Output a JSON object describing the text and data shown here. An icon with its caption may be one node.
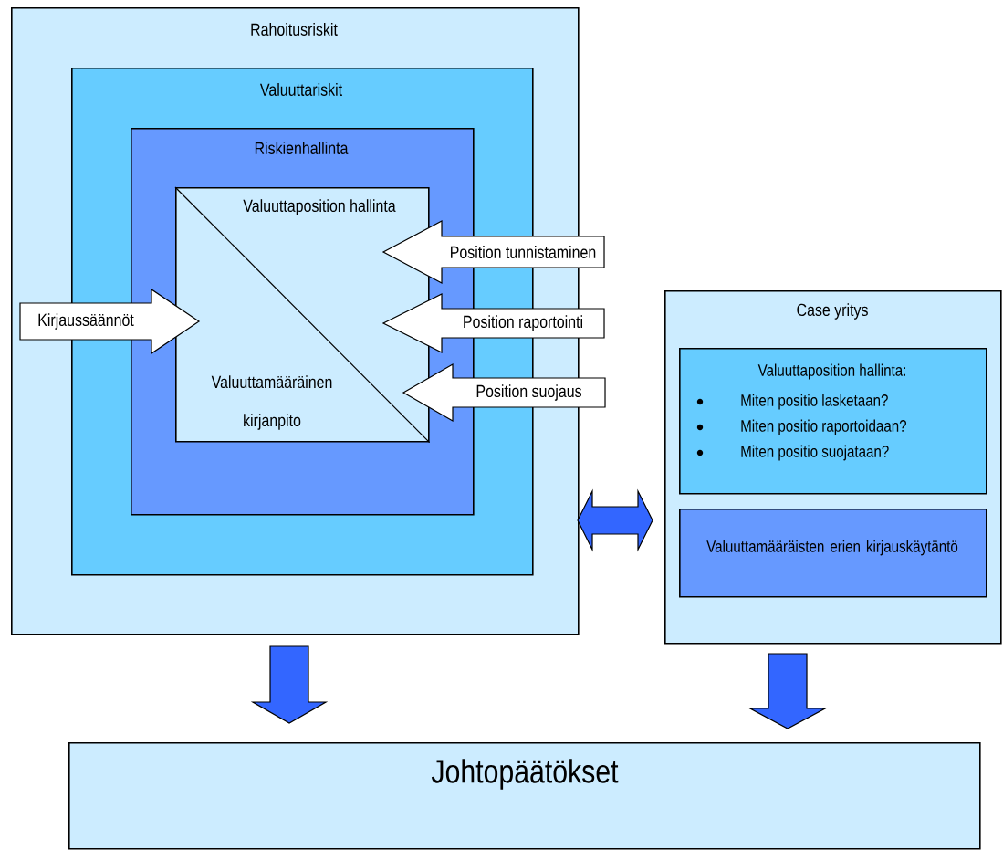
{
  "diagram": {
    "nodes": [
      {
        "text": [
          "Rahoitusriskit"
        ]
      },
      {
        "text": [
          "Valuuttariskit"
        ],
        "in": 0
      },
      {
        "text": [
          "Riskienhallinta"
        ],
        "in": 1
      },
      {
        "text": [
          "Valuuttaposition hallinta",
          "Valuuttamääräinen kirjanpito"
        ],
        "in": 2
      },
      {
        "text": [
          "Case yritys"
        ]
      },
      {
        "text": [
          "Valuuttaposition hallinta:",
          "Miten positio lasketaan?",
          "Miten positio raportoidaan?",
          "Miten positio suojataan?"
        ],
        "in": 4
      },
      {
        "text": [
          "Valuuttamääräisten erien kirjauskäytäntö"
        ],
        "in": 4
      },
      {
        "text": [
          "Johtopäätökset"
        ]
      }
    ],
    "edges": [
      {
        "from": null,
        "to": 3,
        "arrow": "to",
        "label": "Kirjaussäännöt"
      },
      {
        "from": null,
        "to": 3,
        "arrow": "to",
        "label": "Position tunnistaminen"
      },
      {
        "from": null,
        "to": 3,
        "arrow": "to",
        "label": "Position raportointi"
      },
      {
        "from": null,
        "to": 3,
        "arrow": "to",
        "label": "Position suojaus"
      },
      {
        "from": 0,
        "to": 4,
        "arrow": "both",
        "color": "#3366ff"
      },
      {
        "from": 0,
        "to": 7,
        "arrow": "to",
        "color": "#3366ff"
      },
      {
        "from": 4,
        "to": 7,
        "arrow": "to",
        "color": "#3366ff"
      }
    ]
  }
}
